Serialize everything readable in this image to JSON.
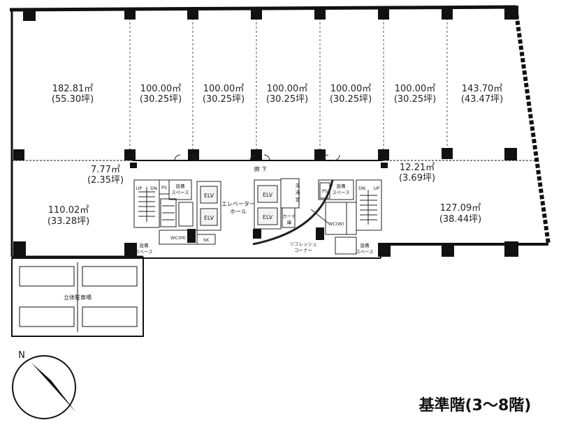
{
  "title": "基準階(3〜8階)",
  "compass": {
    "label": "N"
  },
  "units": {
    "u1": {
      "area": "182.81㎡",
      "tsubo": "(55.30坪)"
    },
    "u2": {
      "area": "100.00㎡",
      "tsubo": "(30.25坪)"
    },
    "u3": {
      "area": "100.00㎡",
      "tsubo": "(30.25坪)"
    },
    "u4": {
      "area": "100.00㎡",
      "tsubo": "(30.25坪)"
    },
    "u5": {
      "area": "100.00㎡",
      "tsubo": "(30.25坪)"
    },
    "u6": {
      "area": "100.00㎡",
      "tsubo": "(30.25坪)"
    },
    "u7": {
      "area": "143.70㎡",
      "tsubo": "(43.47坪)"
    },
    "u8": {
      "area": "7.77㎡",
      "tsubo": "(2.35坪)"
    },
    "u9": {
      "area": "110.02㎡",
      "tsubo": "(33.28坪)"
    },
    "u10": {
      "area": "12.21㎡",
      "tsubo": "(3.69坪)"
    },
    "u11": {
      "area": "127.09㎡",
      "tsubo": "(38.44坪)"
    }
  },
  "core": {
    "corridor": "廊 下",
    "elevator_hall_1": "エレベーター",
    "elevator_hall_2": "ホール",
    "elv": "ELV",
    "cleaning_room_1": "湯",
    "cleaning_room_2": "沸",
    "cleaning_room_3": "室",
    "equip_1": "設備",
    "equip_2": "スペース",
    "up": "UP",
    "dn": "DN",
    "ps": "PS",
    "wc_m": "WC(M)",
    "wc_w": "WC(W)",
    "sk": "SK",
    "refresh_1": "リフレッシュ",
    "refresh_2": "コーナー",
    "card_1": "カード",
    "card_2": "庫",
    "parking": "立体駐車場"
  }
}
